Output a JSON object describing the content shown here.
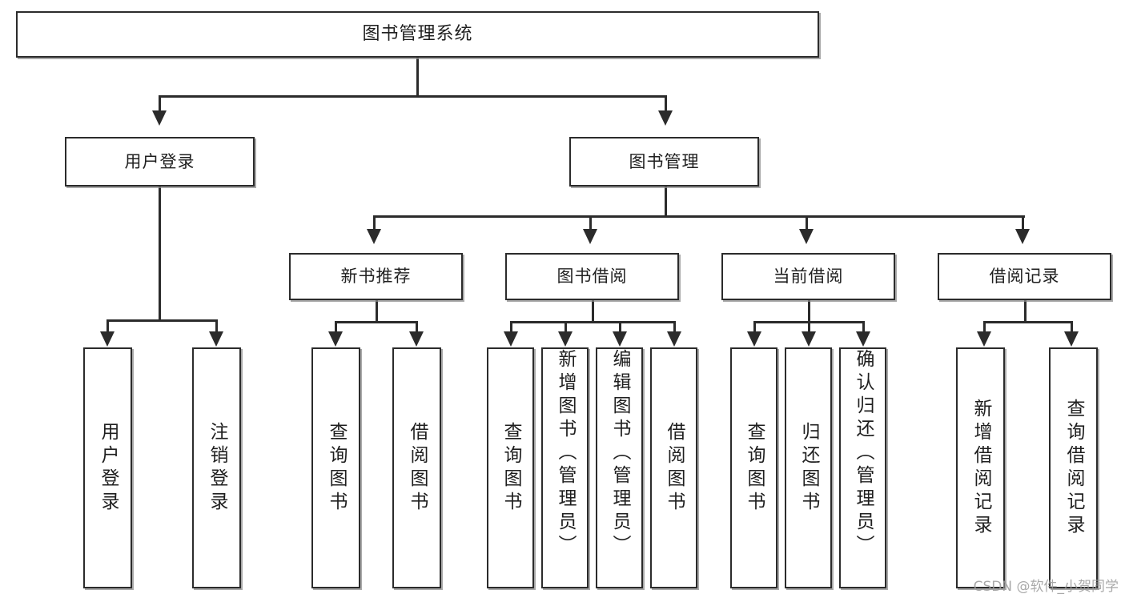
{
  "diagram": {
    "title": "图书管理系统",
    "type": "tree",
    "watermark": "CSDN @软件_小贺同学",
    "colors": {
      "box_border": "#2b2b2b",
      "box_fill": "#ffffff",
      "connector": "#2b2b2b",
      "text": "#1f1f1f",
      "watermark": "#9b9b9b",
      "shadow": "#8c8c8c"
    },
    "root": {
      "label": "图书管理系统"
    },
    "level2": [
      {
        "label": "用户登录"
      },
      {
        "label": "图书管理"
      }
    ],
    "level3": [
      {
        "label": "新书推荐"
      },
      {
        "label": "图书借阅"
      },
      {
        "label": "当前借阅"
      },
      {
        "label": "借阅记录"
      }
    ],
    "leaves": {
      "user_login": [
        {
          "label": "用户登录"
        },
        {
          "label": "注销登录"
        }
      ],
      "new_book": [
        {
          "label": "查询图书"
        },
        {
          "label": "借阅图书"
        }
      ],
      "book_borrow": [
        {
          "label": "查询图书"
        },
        {
          "label": "新增图书（管理员）"
        },
        {
          "label": "编辑图书（管理员）"
        },
        {
          "label": "借阅图书"
        }
      ],
      "current_borrow": [
        {
          "label": "查询图书"
        },
        {
          "label": "归还图书"
        },
        {
          "label": "确认归还（管理员）"
        }
      ],
      "borrow_record": [
        {
          "label": "新增借阅记录"
        },
        {
          "label": "查询借阅记录"
        }
      ]
    }
  }
}
